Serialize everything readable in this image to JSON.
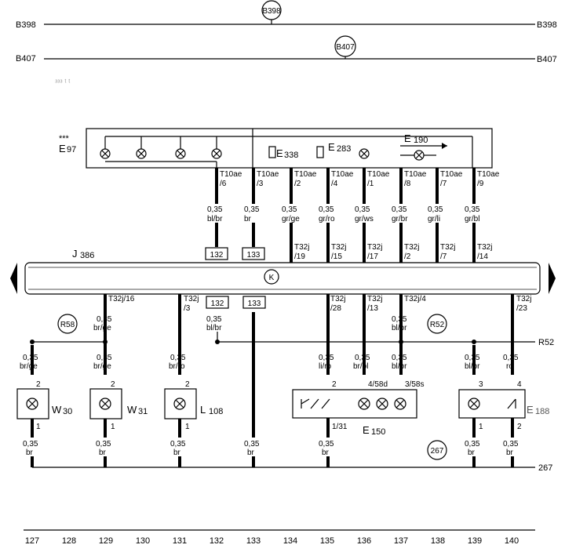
{
  "buses": {
    "b398": {
      "name": "B398",
      "circle": "B398"
    },
    "b407": {
      "name": "B407",
      "circle": "B407"
    },
    "r52": {
      "name": "R52"
    },
    "r267": {
      "name": "267"
    }
  },
  "faint_text": "ᵌᵌᵌ ᵗ ᵗ",
  "e97": {
    "stars": "***",
    "label": "E",
    "num": "97"
  },
  "e338": {
    "label": "E",
    "num": "338"
  },
  "e283": {
    "label": "E",
    "num": "283"
  },
  "e190": {
    "label": "E",
    "num": "190"
  },
  "j386": {
    "label": "J",
    "num": "386",
    "k": "K"
  },
  "top_pins": [
    {
      "conn": "T10ae",
      "pin": "/6",
      "gauge": "0,35",
      "color": "bl/br",
      "ref": "132",
      "t32j": ""
    },
    {
      "conn": "T10ae",
      "pin": "/3",
      "gauge": "0,35",
      "color": "br",
      "ref": "133",
      "t32j": ""
    },
    {
      "conn": "T10ae",
      "pin": "/2",
      "gauge": "0,35",
      "color": "gr/ge",
      "ref": "",
      "t32j": "T32j",
      "t32pin": "/19"
    },
    {
      "conn": "T10ae",
      "pin": "/4",
      "gauge": "0,35",
      "color": "gr/ro",
      "ref": "",
      "t32j": "T32j",
      "t32pin": "/15"
    },
    {
      "conn": "T10ae",
      "pin": "/1",
      "gauge": "0,35",
      "color": "gr/ws",
      "ref": "",
      "t32j": "T32j",
      "t32pin": "/17"
    },
    {
      "conn": "T10ae",
      "pin": "/8",
      "gauge": "0,35",
      "color": "gr/br",
      "ref": "",
      "t32j": "T32j",
      "t32pin": "/2"
    },
    {
      "conn": "T10ae",
      "pin": "/7",
      "gauge": "0,35",
      "color": "gr/li",
      "ref": "",
      "t32j": "T32j",
      "t32pin": "/7"
    },
    {
      "conn": "T10ae",
      "pin": "/9",
      "gauge": "0,35",
      "color": "gr/bl",
      "ref": "",
      "t32j": "T32j",
      "t32pin": "/14"
    }
  ],
  "bottom_conns": {
    "c1": "T32j/16",
    "c2a": "T32j",
    "c2b": "/3",
    "c3a": "T32j",
    "c3b": "/28",
    "c4a": "T32j",
    "c4b": "/13",
    "c5": "T32j/4",
    "c6a": "T32j",
    "c6b": "/23"
  },
  "refs": {
    "r132": "132",
    "r133": "133",
    "r58": "R58",
    "r52": "R52",
    "r267": "267"
  },
  "wires": {
    "w_132": {
      "gauge": "0,35",
      "color": "bl/br"
    },
    "w_col129_a": {
      "gauge": "0,35",
      "color": "br/ge"
    },
    "w_col127": {
      "gauge": "0,35",
      "color": "br/ge"
    },
    "w_col129_b": {
      "gauge": "0,35",
      "color": "br/ge"
    },
    "w_col131": {
      "gauge": "0,35",
      "color": "br/ro"
    },
    "w_col135": {
      "gauge": "0,35",
      "color": "li/ro"
    },
    "w_col136": {
      "gauge": "0,35",
      "color": "br/bl"
    },
    "w_col137_a": {
      "gauge": "0,35",
      "color": "bl/br"
    },
    "w_col137_b": {
      "gauge": "0,35",
      "color": "bl/br"
    },
    "w_col139": {
      "gauge": "0,35",
      "color": "bl/br"
    },
    "w_col140": {
      "gauge": "0,35",
      "color": "ro"
    },
    "g127": {
      "gauge": "0,35",
      "color": "br"
    },
    "g129": {
      "gauge": "0,35",
      "color": "br"
    },
    "g131": {
      "gauge": "0,35",
      "color": "br"
    },
    "g133": {
      "gauge": "0,35",
      "color": "br"
    },
    "g135": {
      "gauge": "0,35",
      "color": "br"
    },
    "g139": {
      "gauge": "0,35",
      "color": "br"
    },
    "g140": {
      "gauge": "0,35",
      "color": "br"
    }
  },
  "components": {
    "w30": {
      "label": "W",
      "num": "30",
      "pin_top": "2",
      "pin_bot": "1"
    },
    "w31": {
      "label": "W",
      "num": "31",
      "pin_top": "2",
      "pin_bot": "1"
    },
    "l108": {
      "label": "L",
      "num": "108",
      "pin_top": "2",
      "pin_bot": "1"
    },
    "e150": {
      "label": "E",
      "num": "150",
      "pin_a": "2",
      "pin_b": "4/58d",
      "pin_c": "3/58s",
      "pin_bot": "1/31"
    },
    "e188": {
      "label": "E",
      "num": "188",
      "pin_a": "3",
      "pin_b": "4",
      "pin_bot_a": "1",
      "pin_bot_b": "2"
    }
  },
  "columns": [
    "127",
    "128",
    "129",
    "130",
    "131",
    "132",
    "133",
    "134",
    "135",
    "136",
    "137",
    "138",
    "139",
    "140"
  ]
}
